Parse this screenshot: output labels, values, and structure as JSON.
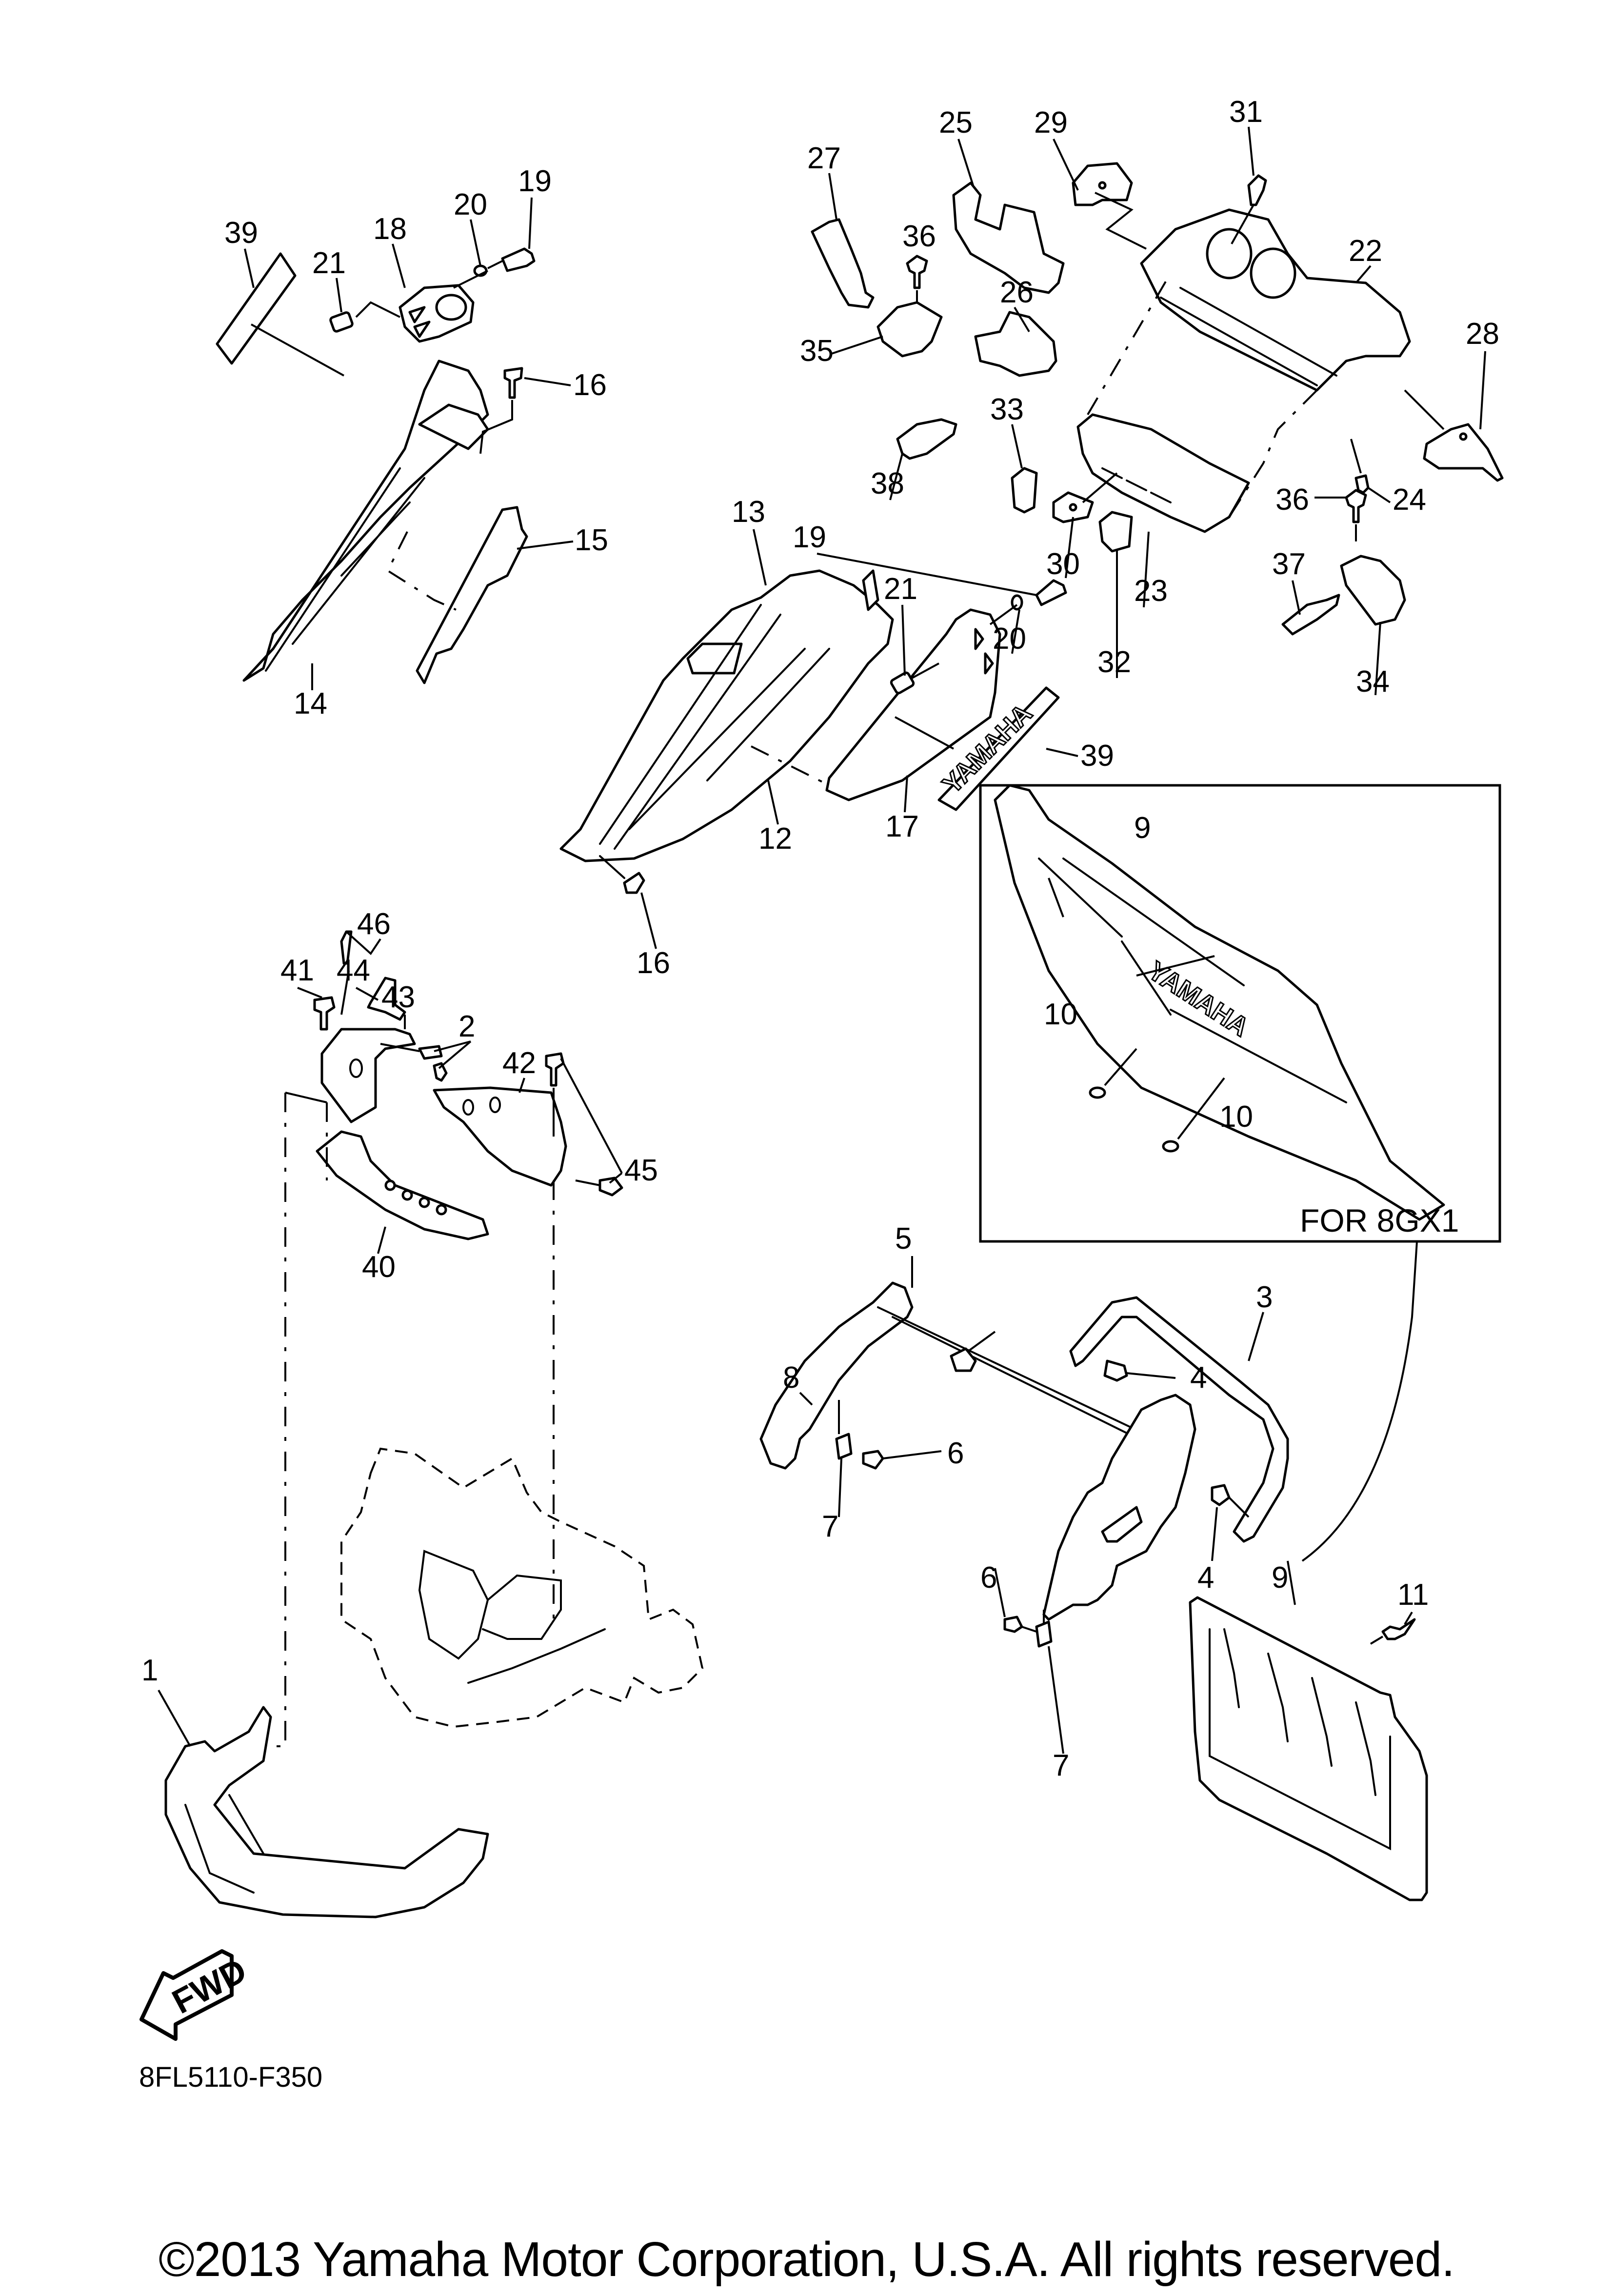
{
  "diagram": {
    "type": "exploded-parts-diagram",
    "diagram_code": "8FL5110-F350",
    "copyright": "©2013 Yamaha Motor Corporation, U.S.A. All rights reserved.",
    "direction_indicator": "FWD",
    "inset": {
      "caption": "FOR 8GX1",
      "callouts": [
        "9",
        "10",
        "10"
      ]
    },
    "decal_text": "YAMAHA",
    "callouts": [
      {
        "id": "1"
      },
      {
        "id": "2"
      },
      {
        "id": "3"
      },
      {
        "id": "4"
      },
      {
        "id": "4"
      },
      {
        "id": "5"
      },
      {
        "id": "6"
      },
      {
        "id": "6"
      },
      {
        "id": "7"
      },
      {
        "id": "7"
      },
      {
        "id": "8"
      },
      {
        "id": "9"
      },
      {
        "id": "9"
      },
      {
        "id": "10"
      },
      {
        "id": "10"
      },
      {
        "id": "11"
      },
      {
        "id": "12"
      },
      {
        "id": "13"
      },
      {
        "id": "14"
      },
      {
        "id": "15"
      },
      {
        "id": "16"
      },
      {
        "id": "16"
      },
      {
        "id": "17"
      },
      {
        "id": "18"
      },
      {
        "id": "19"
      },
      {
        "id": "19"
      },
      {
        "id": "20"
      },
      {
        "id": "20"
      },
      {
        "id": "21"
      },
      {
        "id": "21"
      },
      {
        "id": "22"
      },
      {
        "id": "23"
      },
      {
        "id": "24"
      },
      {
        "id": "25"
      },
      {
        "id": "26"
      },
      {
        "id": "27"
      },
      {
        "id": "28"
      },
      {
        "id": "29"
      },
      {
        "id": "30"
      },
      {
        "id": "31"
      },
      {
        "id": "32"
      },
      {
        "id": "33"
      },
      {
        "id": "34"
      },
      {
        "id": "35"
      },
      {
        "id": "36"
      },
      {
        "id": "36"
      },
      {
        "id": "37"
      },
      {
        "id": "38"
      },
      {
        "id": "39"
      },
      {
        "id": "39"
      },
      {
        "id": "40"
      },
      {
        "id": "41"
      },
      {
        "id": "42"
      },
      {
        "id": "43"
      },
      {
        "id": "44"
      },
      {
        "id": "45"
      },
      {
        "id": "46"
      }
    ]
  }
}
